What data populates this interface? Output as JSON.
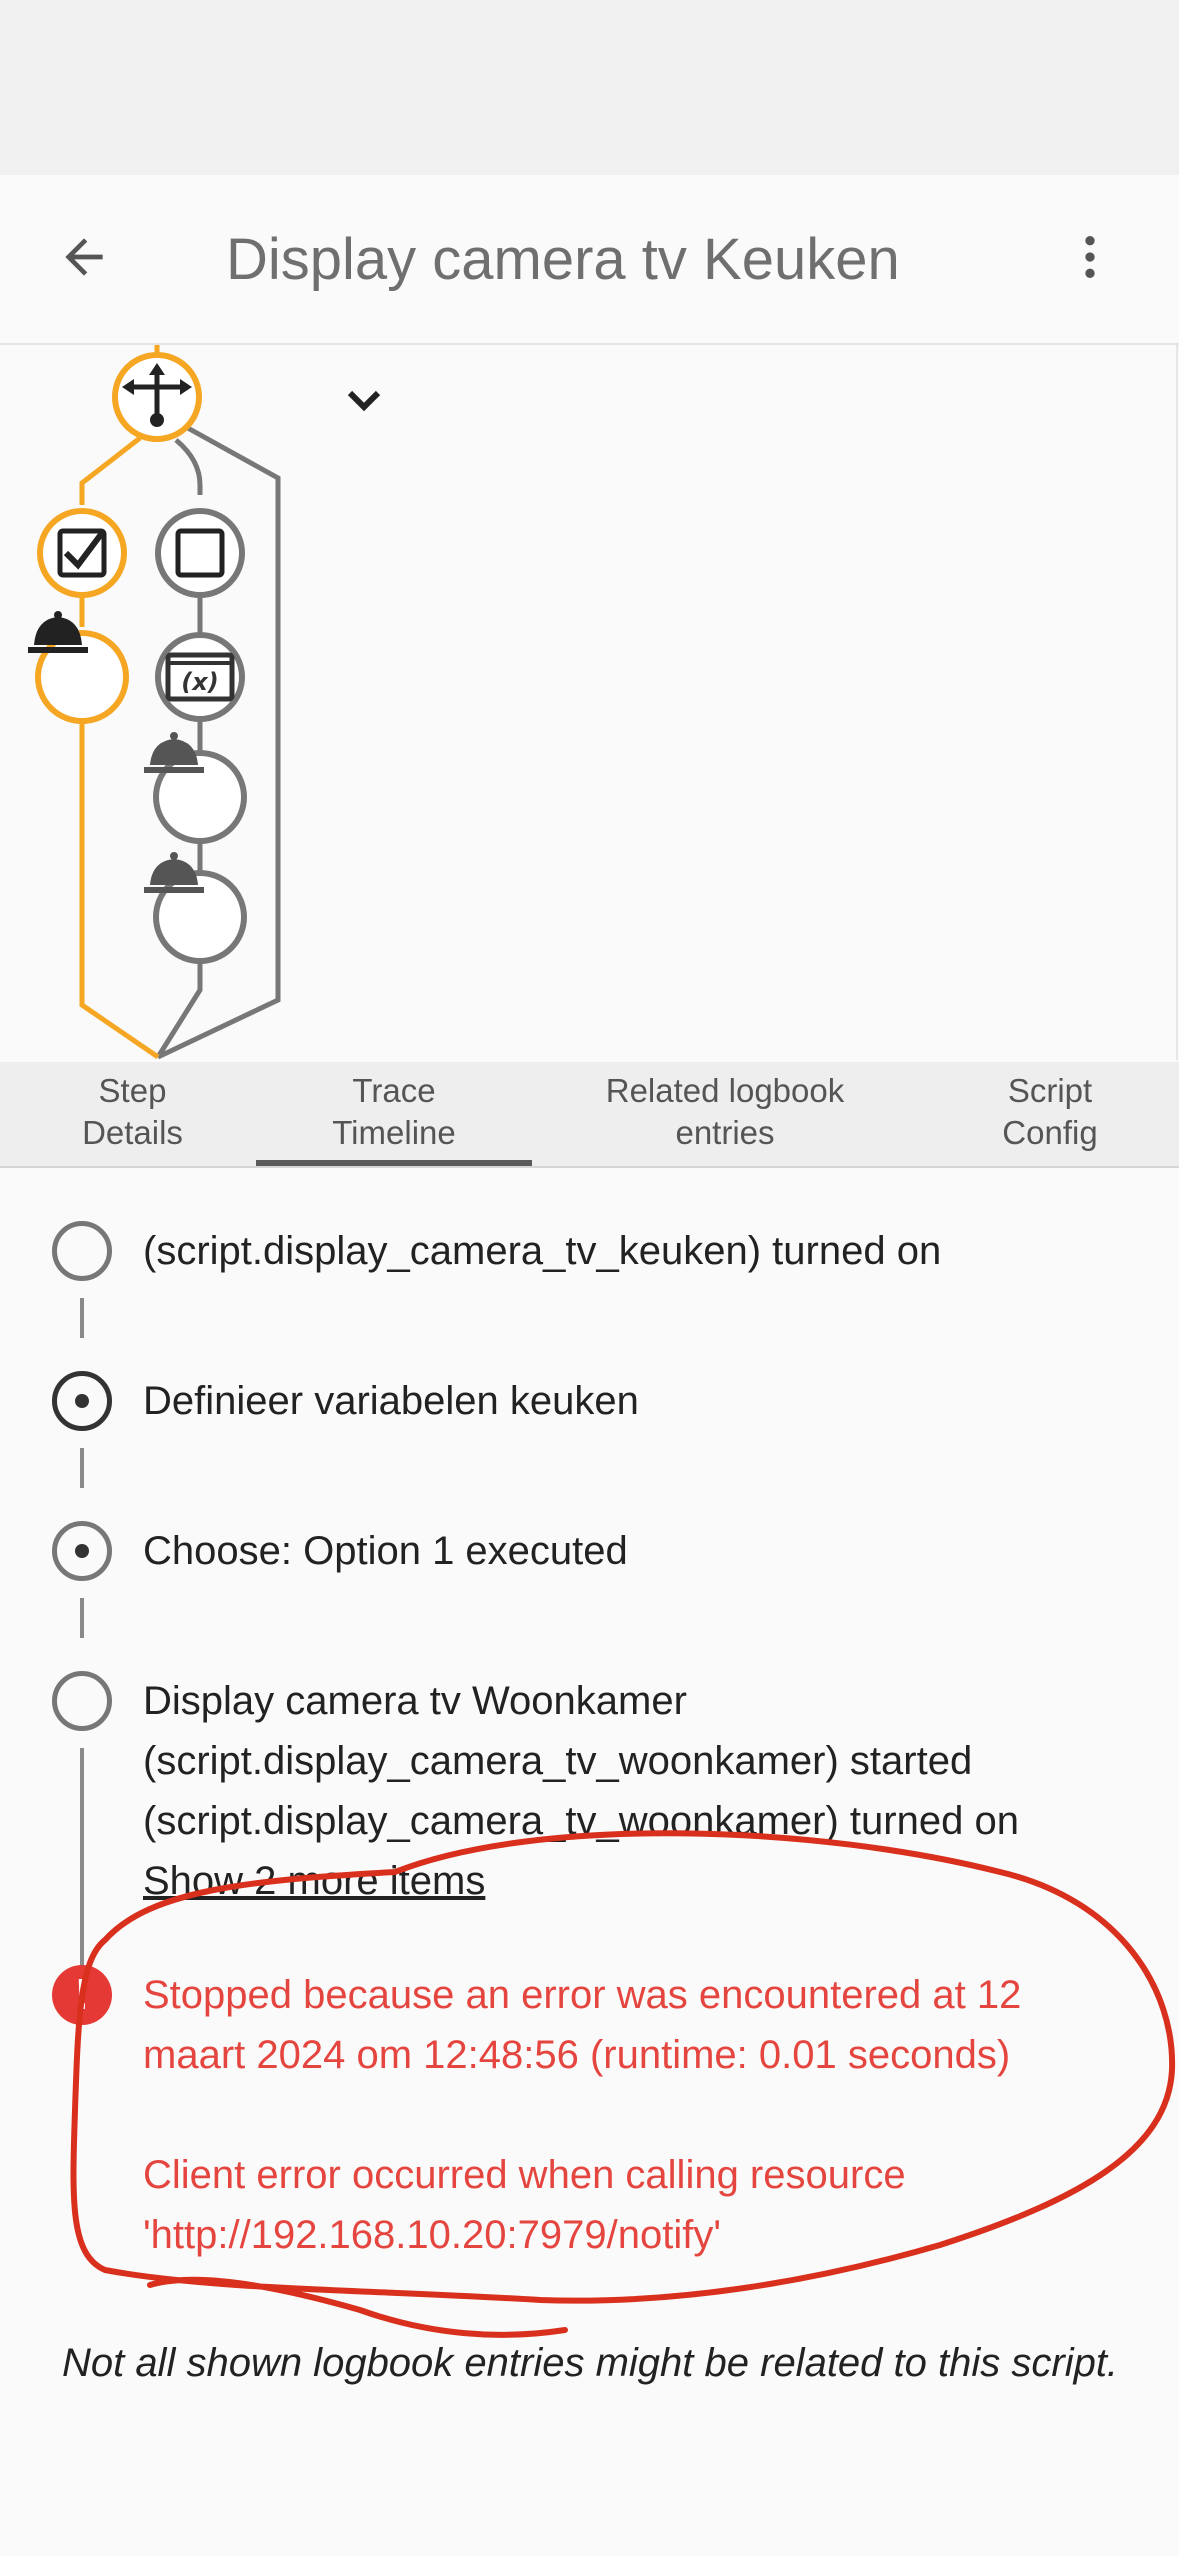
{
  "header": {
    "title": "Display camera tv Keuken",
    "back_icon": "arrow-left-icon",
    "menu_icon": "dots-vertical-icon"
  },
  "tabs": [
    {
      "label": "Step\nDetails"
    },
    {
      "label": "Trace\nTimeline"
    },
    {
      "label": "Related logbook\nentries"
    },
    {
      "label": "Script\nConfig"
    }
  ],
  "timeline": {
    "entries": [
      {
        "lines": [
          "(script.display_camera_tv_keuken) turned on"
        ]
      },
      {
        "lines": [
          "Definieer variabelen keuken"
        ]
      },
      {
        "lines": [
          "Choose: Option 1 executed"
        ]
      },
      {
        "lines": [
          "Display camera tv Woonkamer",
          "(script.display_camera_tv_woonkamer) started",
          "(script.display_camera_tv_woonkamer) turned on"
        ],
        "link": "Show 2 more items"
      }
    ],
    "error": {
      "lines": [
        "Stopped because an error was encountered at 12",
        "maart 2024 om 12:48:56 (runtime: 0.01 seconds)"
      ],
      "detail": [
        "Client error occurred when calling resource",
        "'http://192.168.10.20:7979/notify'"
      ]
    },
    "footer_note": "Not all shown logbook entries might be related to this script."
  },
  "colors": {
    "accent_trace": "#f5a623",
    "inactive_trace": "#777777",
    "error": "#e53935",
    "annotation": "#d9301e"
  }
}
